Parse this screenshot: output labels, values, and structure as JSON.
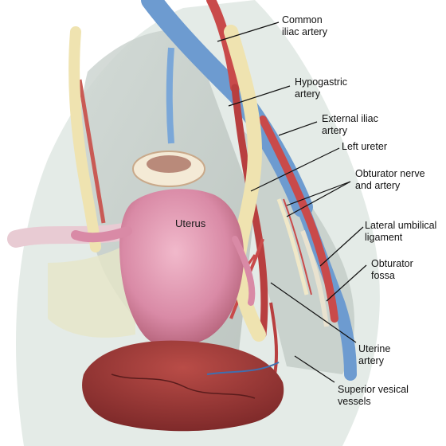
{
  "labels": {
    "common_iliac": "Common\niliac artery",
    "hypogastric": "Hypogastric\nartery",
    "external_iliac": "External iliac\nartery",
    "left_ureter": "Left ureter",
    "obturator_nerve": "Obturator nerve\nand artery",
    "lateral_umbilical": "Lateral umbilical\nligament",
    "obturator_fossa": "Obturator\nfossa",
    "uterine_artery": "Uterine\nartery",
    "superior_vesical": "Superior vesical\nvessels",
    "uterus": "Uterus"
  },
  "colors": {
    "artery": "#c94a4a",
    "vein": "#6d9bd0",
    "ureter": "#efe3b0",
    "uterus": "#d98aa6",
    "bladder": "#a84040",
    "peritoneum": "#dfe6e2"
  }
}
